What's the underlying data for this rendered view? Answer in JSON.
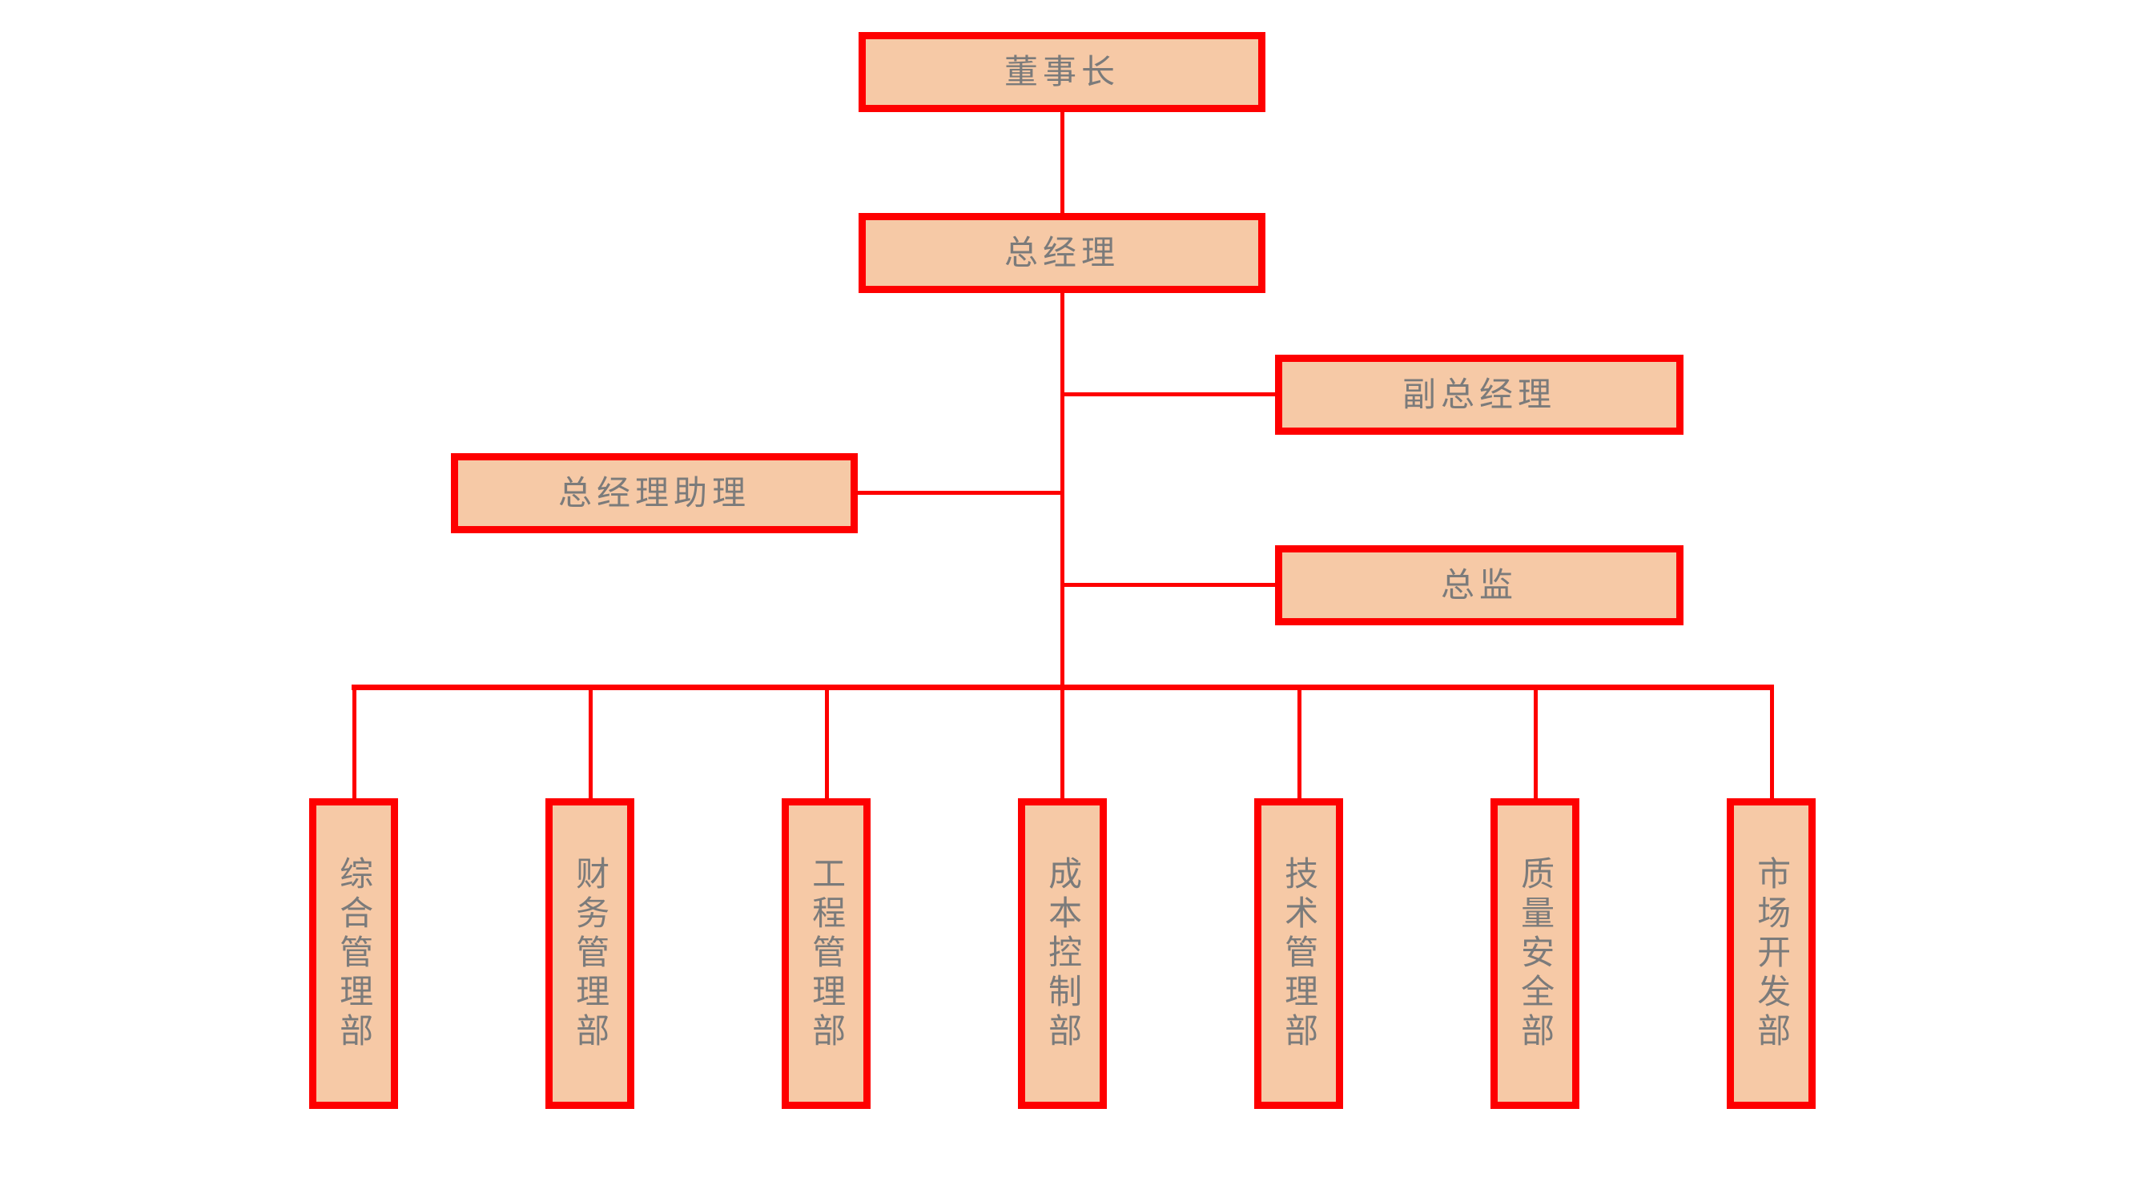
{
  "diagram": {
    "type": "org-chart",
    "colors": {
      "box_border": "#fe0000",
      "box_fill": "#f6c9a6",
      "connector": "#fe0000",
      "label_text": "#7b7b7b",
      "background": "#ffffff"
    },
    "nodes": {
      "chairman": "董事长",
      "general_manager": "总经理",
      "deputy_general_manager": "副总经理",
      "general_manager_assistant": "总经理助理",
      "director": "总监",
      "departments": [
        "综合管理部",
        "财务管理部",
        "工程管理部",
        "成本控制部",
        "技术管理部",
        "质量安全部",
        "市场开发部"
      ]
    },
    "edges": [
      {
        "from": "董事长",
        "to": "总经理"
      },
      {
        "from": "总经理",
        "to": "副总经理"
      },
      {
        "from": "总经理",
        "to": "总经理助理"
      },
      {
        "from": "总经理",
        "to": "总监"
      },
      {
        "from": "总经理",
        "to": "综合管理部"
      },
      {
        "from": "总经理",
        "to": "财务管理部"
      },
      {
        "from": "总经理",
        "to": "工程管理部"
      },
      {
        "from": "总经理",
        "to": "成本控制部"
      },
      {
        "from": "总经理",
        "to": "技术管理部"
      },
      {
        "from": "总经理",
        "to": "质量安全部"
      },
      {
        "from": "总经理",
        "to": "市场开发部"
      }
    ]
  }
}
